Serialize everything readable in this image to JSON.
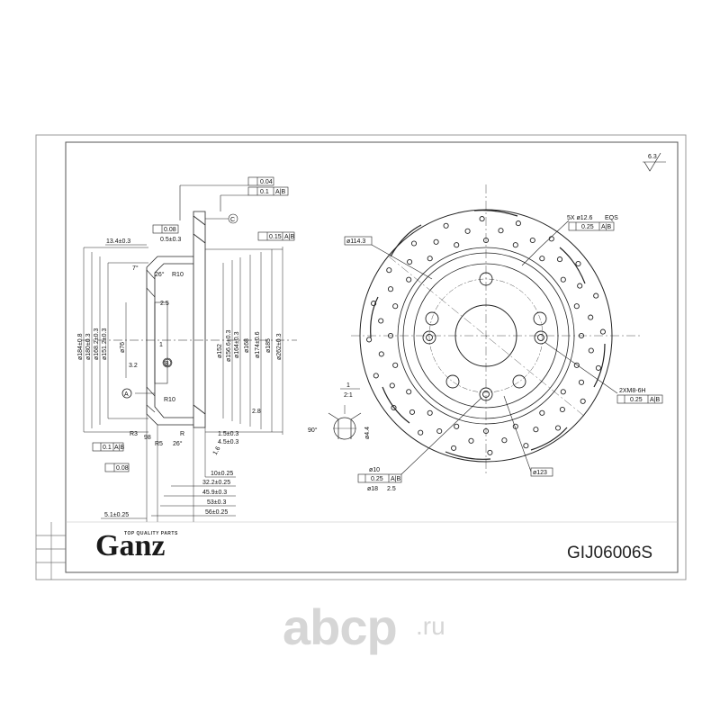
{
  "brand": {
    "name": "Ganz",
    "tagline": "TOP QUALITY PARTS"
  },
  "part_number": "GIJ06006S",
  "watermark": {
    "name": "abcp",
    "tld": ".ru"
  },
  "surface_finish": "6.3",
  "tolerances": {
    "flatness": "0.04",
    "runout_a": "0.1",
    "runout_a_ref": "A|B",
    "parallelism": "0.08",
    "runout_b": "0.15",
    "runout_b_ref": "A|B",
    "runout_side": "0.1",
    "runout_side_ref": "A|B",
    "flatness_side": "0.08",
    "datum_c": "C",
    "datum_a": "A",
    "datum_b": "B"
  },
  "section_dims": {
    "top_width": "13.4±0.3",
    "top_small": "0.5±0.3",
    "angle_top": "7°",
    "r10_top": "R10",
    "r26_top": "26°",
    "r25": "2.5",
    "r10_bot": "R10",
    "r3": "R3",
    "r5": "R5",
    "r": "R",
    "angle_bot": "26°",
    "s15": "1.5±0.3",
    "s45": "4.5±0.3",
    "r16": "1.6",
    "r1": "1",
    "r28": "2.8",
    "r32": "3.2",
    "r98": "98"
  },
  "diameters": [
    "ø184±0.8",
    "ø180±0.3",
    "ø168.2±0.3",
    "ø151.2±0.3",
    "ø76",
    "ø152",
    "ø156.6±0.3",
    "ø164±0.3",
    "ø168",
    "ø174±0.6",
    "ø185",
    "ø262±0.3"
  ],
  "bottom_dims": [
    "10±0.25",
    "32.2±0.25",
    "45.9±0.3",
    "53±0.3",
    "56±0.25"
  ],
  "bottom_left": "5.1±0.25",
  "disc_view": {
    "pcd_label": "ø114.3",
    "bolt_label": "5X ø12.6",
    "bolt_tol": "0.25",
    "bolt_ref": "A|B",
    "bolt_eqs": "EQS",
    "thread_label": "2XM8-6H",
    "thread_tol": "0.25",
    "thread_ref": "A|B",
    "center_label": "ø123",
    "pin_label": "ø10",
    "pin_tol": "0.25",
    "pin_ref": "A|B",
    "pin_depth": "ø18",
    "pin_depth2": "2.5"
  },
  "detail_view": {
    "angle": "90°",
    "diam": "ø4.4",
    "scale_top": "1",
    "scale_bot": "2:1"
  }
}
